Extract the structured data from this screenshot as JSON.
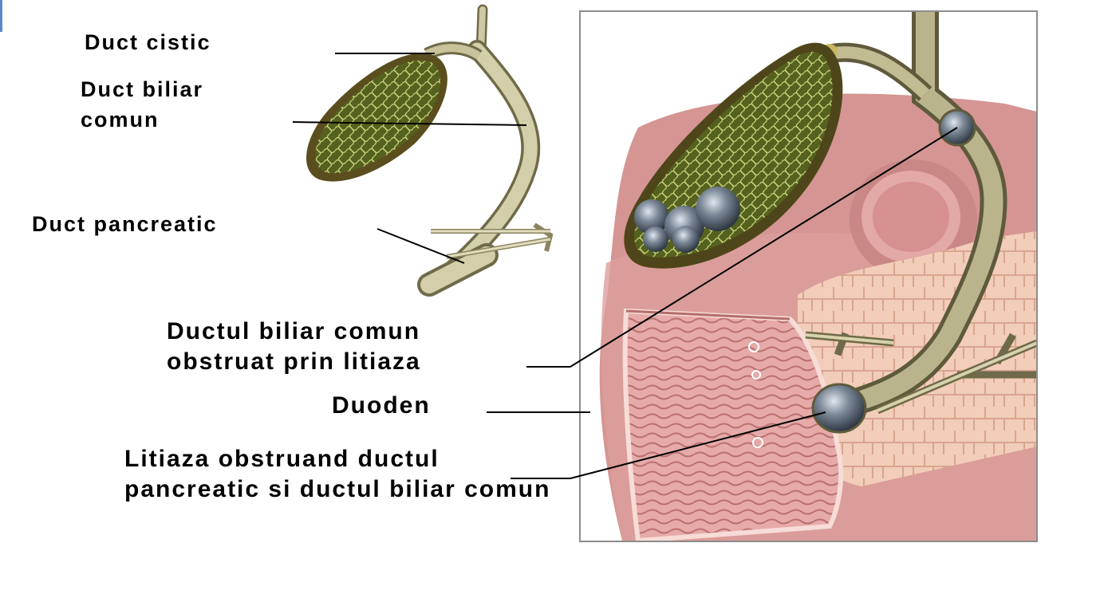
{
  "labels": {
    "duct_cistic": "Duct cistic",
    "duct_biliar_comun": "Duct biliar comun",
    "duct_pancreatic": "Duct pancreatic",
    "ductul_obstruat": "Ductul biliar comun obstruat prin litiaza",
    "duoden": "Duoden",
    "litiaza_obstruand": "Litiaza obstruand ductul pancreatic si ductul biliar comun"
  },
  "colors": {
    "gallbladder": "#6b7a2e",
    "gallbladder_pattern": "#c9d27a",
    "duct": "#c9c6a3",
    "duct_edge": "#6f6a48",
    "stomach": "#d99a98",
    "duodenum_inner": "#e3a9a7",
    "pancreas": "#f0c6b4",
    "stone": "#5d6a78",
    "frame": "#8c8c8c"
  }
}
